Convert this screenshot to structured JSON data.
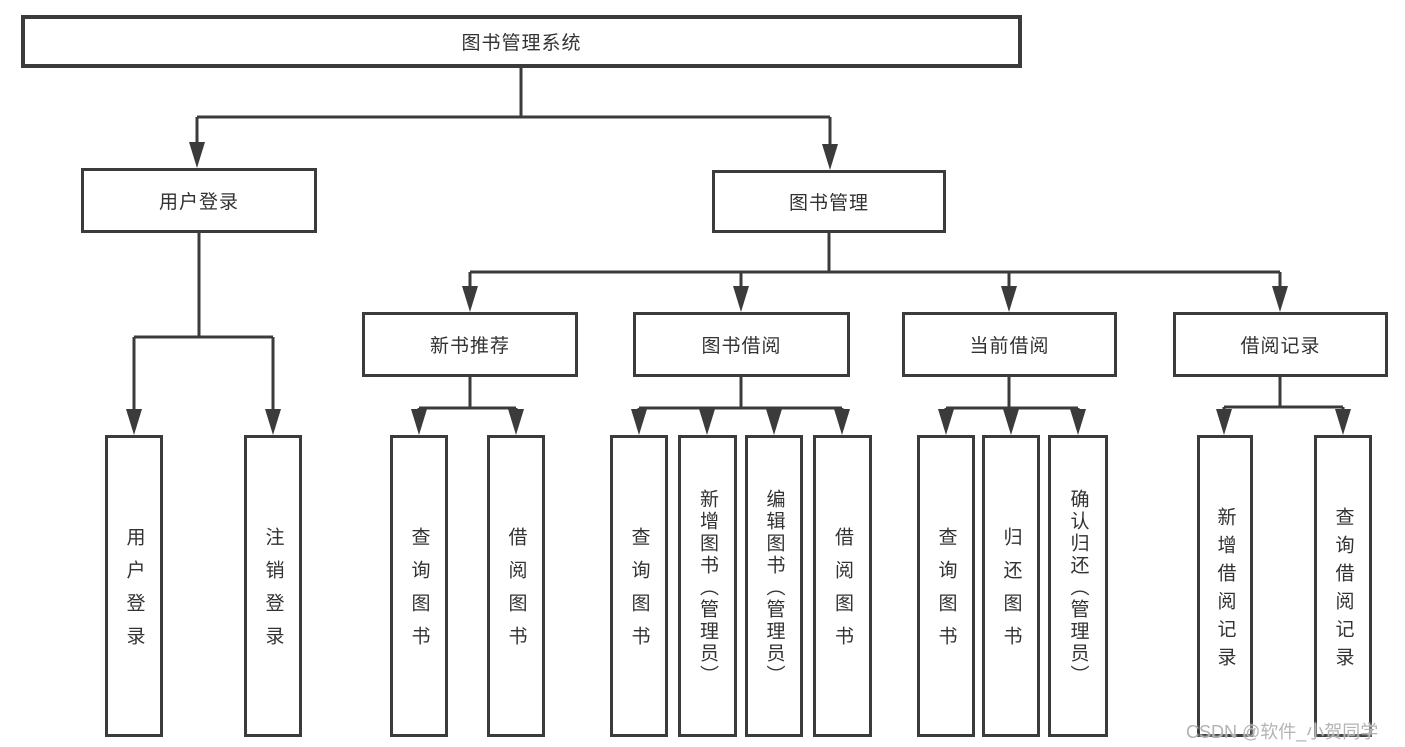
{
  "diagram": {
    "title": "图书管理系统",
    "root": {
      "label": "图书管理系统"
    },
    "level2": {
      "user_login": {
        "label": "用户登录"
      },
      "book_management": {
        "label": "图书管理"
      }
    },
    "level3": {
      "new_book_recommend": {
        "label": "新书推荐"
      },
      "book_borrow": {
        "label": "图书借阅"
      },
      "current_borrow": {
        "label": "当前借阅"
      },
      "borrow_records": {
        "label": "借阅记录"
      }
    },
    "leaves": {
      "user_login_group": [
        "用户登录",
        "注销登录"
      ],
      "new_book_group": [
        "查询图书",
        "借阅图书"
      ],
      "book_borrow_group": [
        "查询图书",
        "新增图书（管理员）",
        "编辑图书（管理员）",
        "借阅图书"
      ],
      "current_borrow_group": [
        "查询图书",
        "归还图书",
        "确认归还（管理员）"
      ],
      "records_group": [
        "新增借阅记录",
        "查询借阅记录"
      ]
    }
  },
  "watermark": {
    "text": "CSDN @软件_小贺同学"
  },
  "colors": {
    "line": "#3b3b3b",
    "box_border": "#3b3b3b",
    "text": "#323232",
    "watermark": "#b3b3b3",
    "background": "#ffffff"
  }
}
